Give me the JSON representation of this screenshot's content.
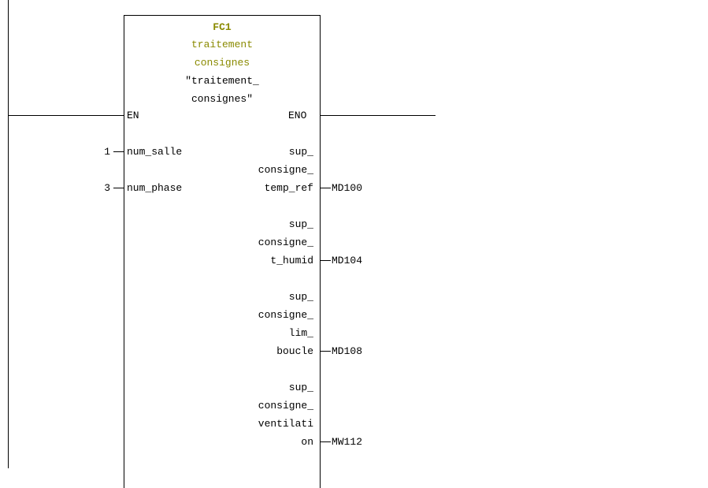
{
  "block": {
    "name": "FC1",
    "comment_lines": [
      "traitement",
      "consignes"
    ],
    "symbol_lines": [
      "\"traitement_",
      "consignes\""
    ],
    "en_label": "EN",
    "eno_label": "ENO"
  },
  "inputs": [
    {
      "value": "1",
      "pin": "num_salle"
    },
    {
      "value": "3",
      "pin": "num_phase"
    }
  ],
  "outputs": [
    {
      "pin_lines": [
        "sup_",
        "consigne_",
        "temp_ref"
      ],
      "operand": "MD100"
    },
    {
      "pin_lines": [
        "sup_",
        "consigne_",
        "t_humid"
      ],
      "operand": "MD104"
    },
    {
      "pin_lines": [
        "sup_",
        "consigne_",
        "lim_",
        "boucle"
      ],
      "operand": "MD108"
    },
    {
      "pin_lines": [
        "sup_",
        "consigne_",
        "ventilati",
        "on"
      ],
      "operand": "MW112"
    }
  ]
}
